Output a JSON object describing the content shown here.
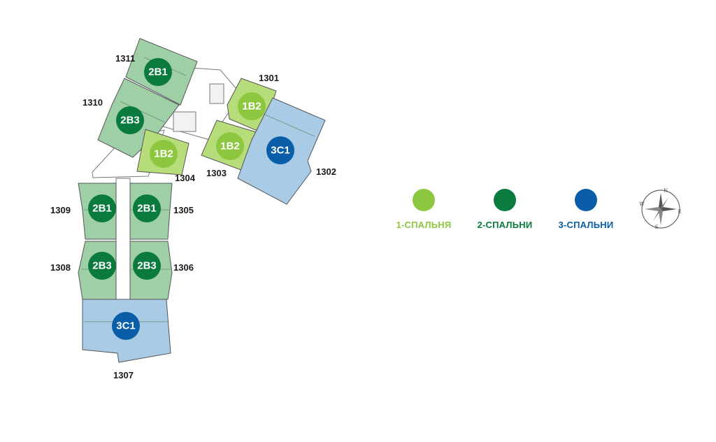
{
  "colors": {
    "one_bed": "#8dc63f",
    "two_bed": "#0b7a3e",
    "three_bed": "#0a5ea8",
    "fill_green": "#9fcfa6",
    "fill_light_green": "#b7dc7a",
    "fill_blue": "#a9cbe6",
    "outline": "#555555"
  },
  "units": [
    {
      "number": "1311",
      "type": "2B1"
    },
    {
      "number": "1310",
      "type": "2B3"
    },
    {
      "number": "1304",
      "type": "1B2"
    },
    {
      "number": "1301",
      "type": "1B2"
    },
    {
      "number": "1303",
      "type": "1B2"
    },
    {
      "number": "1302",
      "type": "3C1"
    },
    {
      "number": "1309",
      "type": "2B1"
    },
    {
      "number": "1305",
      "type": "2B1"
    },
    {
      "number": "1308",
      "type": "2B3"
    },
    {
      "number": "1306",
      "type": "2B3"
    },
    {
      "number": "1307",
      "type": "3C1"
    }
  ],
  "legend": [
    {
      "label": "1-СПАЛЬНЯ",
      "color": "#8dc63f"
    },
    {
      "label": "2-СПАЛЬНИ",
      "color": "#0b7a3e"
    },
    {
      "label": "3-СПАЛЬНИ",
      "color": "#0a5ea8"
    }
  ],
  "compass": {
    "icon": "compass-rose-icon",
    "letters": [
      "N",
      "E",
      "S",
      "W"
    ]
  }
}
